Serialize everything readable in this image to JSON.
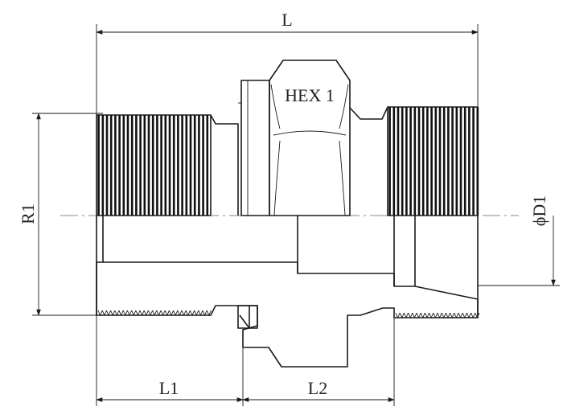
{
  "figure": {
    "labels": {
      "overall_length": "L",
      "hex_size": "HEX 1",
      "thread_size": "R1",
      "bore_diameter": "ϕD1",
      "length_1": "L1",
      "length_2": "L2"
    }
  }
}
